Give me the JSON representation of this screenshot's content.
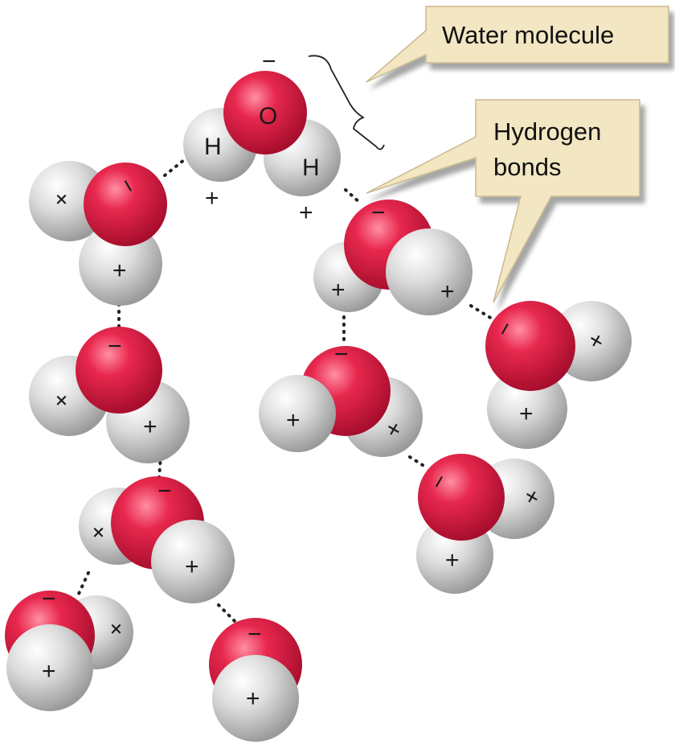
{
  "callouts": {
    "water_molecule": "Water molecule",
    "hydrogen_bonds_line1": "Hydrogen",
    "hydrogen_bonds_line2": "bonds"
  },
  "atom_labels": {
    "oxygen": "O",
    "hydrogen": "H"
  },
  "charges": {
    "negative": "−",
    "positive": "+"
  },
  "colors": {
    "oxygen": "#d8183e",
    "hydrogen": "#c9c9c9",
    "callout_fill": "#f3e6c2",
    "callout_stroke": "#c9b98e"
  }
}
